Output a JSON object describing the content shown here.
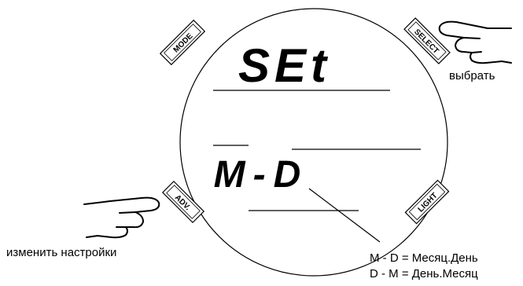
{
  "buttons": {
    "mode": "MODE",
    "select": "SELECT",
    "adv": "ADV.",
    "light": "LIGHT"
  },
  "display": {
    "top_text": "SEt",
    "bottom_text": "M-D"
  },
  "captions": {
    "select_action": "выбрать",
    "adv_action": "изменить настройки"
  },
  "legend": {
    "line1": "M - D = Месяц.День",
    "line2": "D - M = День.Месяц"
  }
}
